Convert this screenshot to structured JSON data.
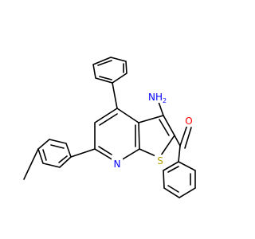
{
  "structure": {
    "atom_labels": {
      "amine": "NH",
      "amine_h_count": "2",
      "pyridine_n": "N",
      "thiophene_s": "S",
      "carbonyl_o": "O"
    },
    "colors": {
      "bond": "#000000",
      "nitrogen": "#0000ff",
      "sulfur": "#b2a000",
      "oxygen": "#ff0000",
      "background": "#ffffff"
    }
  }
}
